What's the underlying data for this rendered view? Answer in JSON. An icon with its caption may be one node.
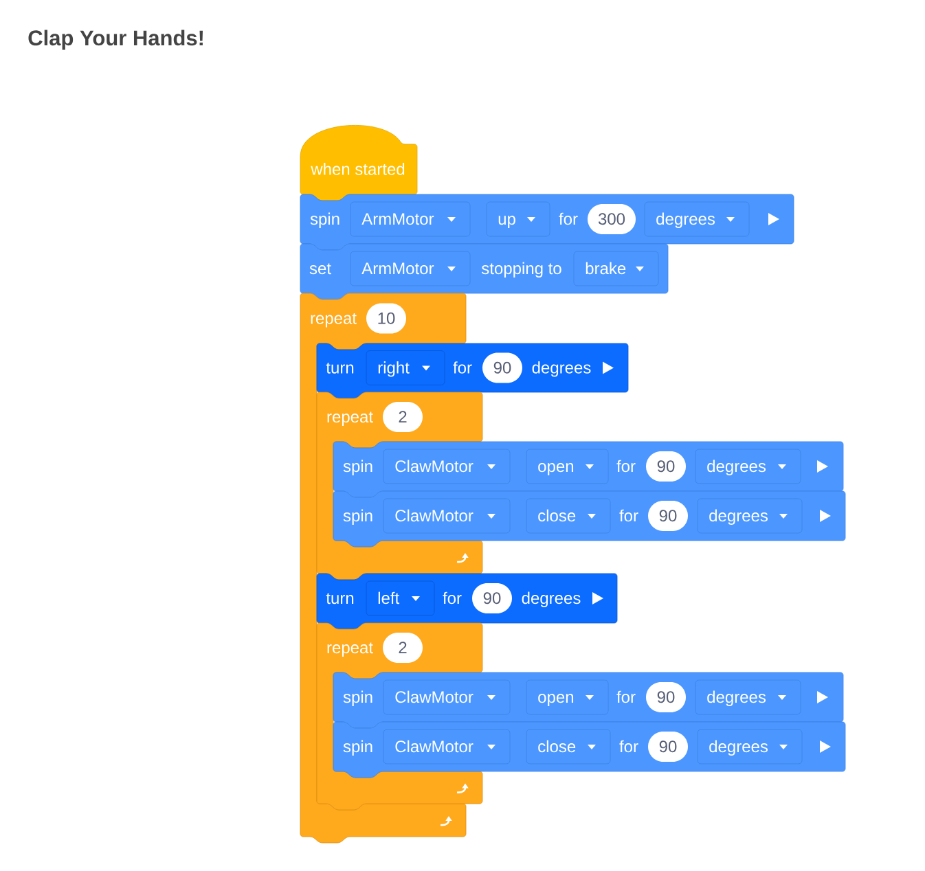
{
  "diagram": {
    "title": "Clap Your Hands!",
    "nodes": [
      {
        "text": [
          "when started"
        ]
      },
      {
        "text": [
          "spin",
          "for"
        ]
      },
      {
        "text": [
          "ArmMotor"
        ],
        "in": 1
      },
      {
        "text": [
          "up"
        ],
        "in": 1
      },
      {
        "text": [
          "300"
        ],
        "in": 1
      },
      {
        "text": [
          "degrees"
        ],
        "in": 1
      },
      {
        "text": [
          "set",
          "stopping to"
        ]
      },
      {
        "text": [
          "ArmMotor"
        ],
        "in": 6
      },
      {
        "text": [
          "brake"
        ],
        "in": 6
      },
      {
        "text": [
          "repeat"
        ]
      },
      {
        "text": [
          "10"
        ],
        "in": 9
      },
      {
        "text": [
          "turn",
          "for",
          "degrees"
        ]
      },
      {
        "text": [
          "right"
        ],
        "in": 11
      },
      {
        "text": [
          "90"
        ],
        "in": 11
      },
      {
        "text": [
          "repeat"
        ]
      },
      {
        "text": [
          "2"
        ],
        "in": 14
      },
      {
        "text": [
          "spin",
          "for"
        ]
      },
      {
        "text": [
          "ClawMotor"
        ],
        "in": 16
      },
      {
        "text": [
          "open"
        ],
        "in": 16
      },
      {
        "text": [
          "90"
        ],
        "in": 16
      },
      {
        "text": [
          "degrees"
        ],
        "in": 16
      },
      {
        "text": [
          "spin",
          "for"
        ]
      },
      {
        "text": [
          "ClawMotor"
        ],
        "in": 21
      },
      {
        "text": [
          "close"
        ],
        "in": 21
      },
      {
        "text": [
          "90"
        ],
        "in": 21
      },
      {
        "text": [
          "degrees"
        ],
        "in": 21
      },
      {
        "text": [
          "turn",
          "for",
          "degrees"
        ]
      },
      {
        "text": [
          "left"
        ],
        "in": 26
      },
      {
        "text": [
          "90"
        ],
        "in": 26
      },
      {
        "text": [
          "repeat"
        ]
      },
      {
        "text": [
          "2"
        ],
        "in": 29
      },
      {
        "text": [
          "spin",
          "for"
        ]
      },
      {
        "text": [
          "ClawMotor"
        ],
        "in": 31
      },
      {
        "text": [
          "open"
        ],
        "in": 31
      },
      {
        "text": [
          "90"
        ],
        "in": 31
      },
      {
        "text": [
          "degrees"
        ],
        "in": 31
      },
      {
        "text": [
          "spin",
          "for"
        ]
      },
      {
        "text": [
          "ClawMotor"
        ],
        "in": 36
      },
      {
        "text": [
          "close"
        ],
        "in": 36
      },
      {
        "text": [
          "90"
        ],
        "in": 36
      },
      {
        "text": [
          "degrees"
        ],
        "in": 36
      }
    ]
  }
}
